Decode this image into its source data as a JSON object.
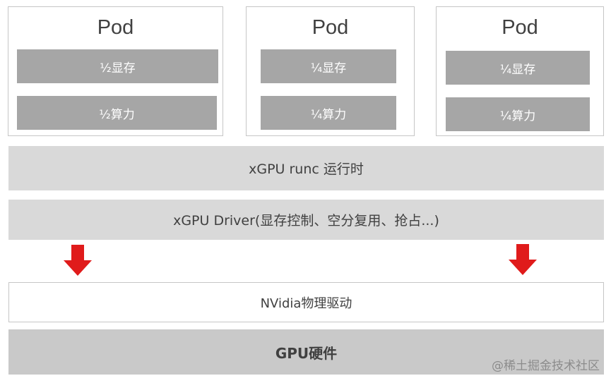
{
  "pods": [
    {
      "title": "Pod",
      "memory": "½显存",
      "compute": "½算力"
    },
    {
      "title": "Pod",
      "memory": "¼显存",
      "compute": "¼算力"
    },
    {
      "title": "Pod",
      "memory": "¼显存",
      "compute": "¼算力"
    }
  ],
  "layers": {
    "runtime": "xGPU runc 运行时",
    "driver": "xGPU Driver(显存控制、空分复用、抢占...)",
    "nvidia_driver": "NVidia物理驱动",
    "hardware": "GPU硬件"
  },
  "arrow_color": "#e01b1b",
  "watermark": "@稀土掘金技术社区"
}
